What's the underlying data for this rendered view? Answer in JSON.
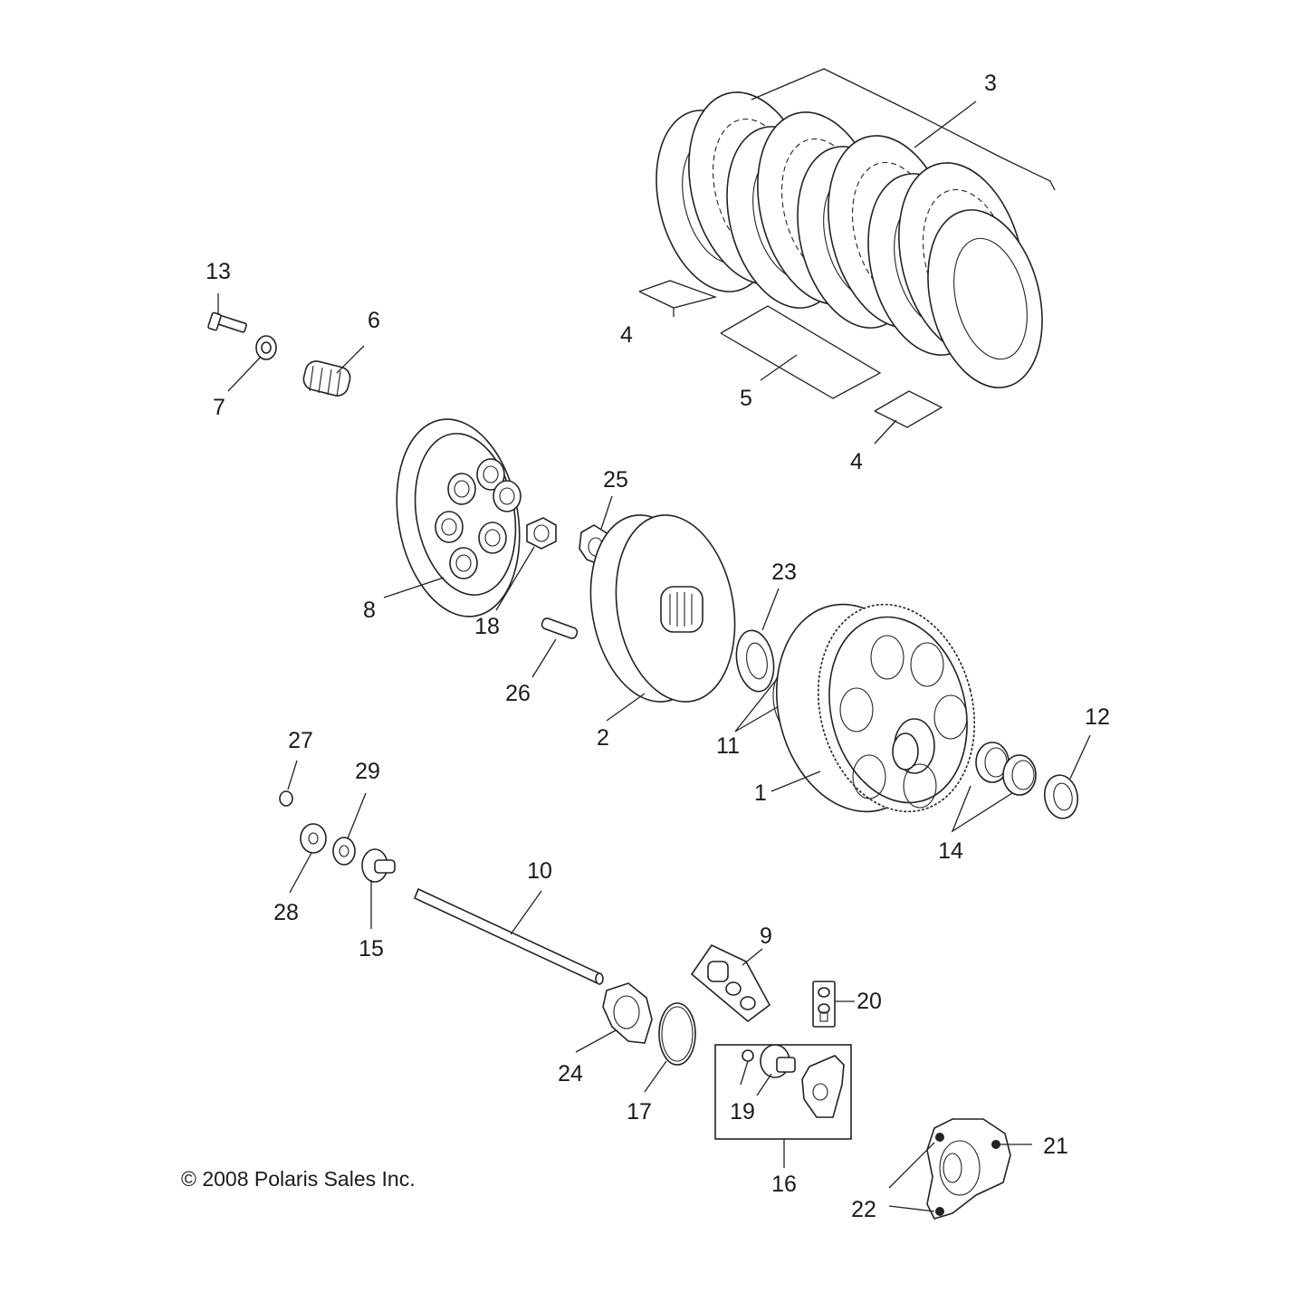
{
  "callouts": [
    {
      "id": "c1",
      "text": "1"
    },
    {
      "id": "c2",
      "text": "2"
    },
    {
      "id": "c3",
      "text": "3"
    },
    {
      "id": "c4a",
      "text": "4"
    },
    {
      "id": "c4b",
      "text": "4"
    },
    {
      "id": "c5",
      "text": "5"
    },
    {
      "id": "c6",
      "text": "6"
    },
    {
      "id": "c7",
      "text": "7"
    },
    {
      "id": "c8",
      "text": "8"
    },
    {
      "id": "c9",
      "text": "9"
    },
    {
      "id": "c10",
      "text": "10"
    },
    {
      "id": "c11",
      "text": "11"
    },
    {
      "id": "c12",
      "text": "12"
    },
    {
      "id": "c13",
      "text": "13"
    },
    {
      "id": "c14",
      "text": "14"
    },
    {
      "id": "c15",
      "text": "15"
    },
    {
      "id": "c16",
      "text": "16"
    },
    {
      "id": "c17",
      "text": "17"
    },
    {
      "id": "c18",
      "text": "18"
    },
    {
      "id": "c19",
      "text": "19"
    },
    {
      "id": "c20",
      "text": "20"
    },
    {
      "id": "c21",
      "text": "21"
    },
    {
      "id": "c22",
      "text": "22"
    },
    {
      "id": "c23",
      "text": "23"
    },
    {
      "id": "c24",
      "text": "24"
    },
    {
      "id": "c25",
      "text": "25"
    },
    {
      "id": "c26",
      "text": "26"
    },
    {
      "id": "c27",
      "text": "27"
    },
    {
      "id": "c28",
      "text": "28"
    },
    {
      "id": "c29",
      "text": "29"
    }
  ],
  "copyright": "© 2008 Polaris Sales Inc."
}
